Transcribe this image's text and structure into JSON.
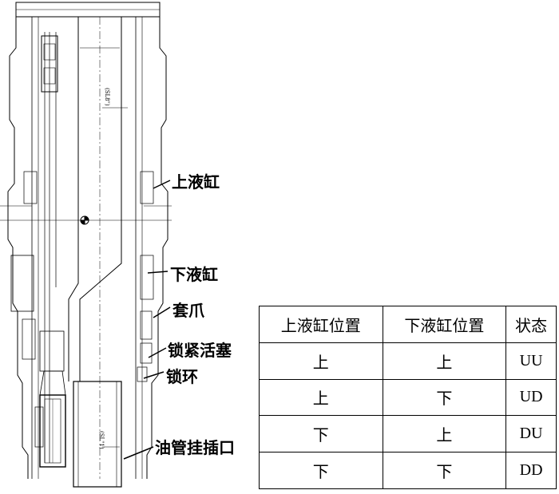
{
  "callouts": {
    "upper_cylinder": "上液缸",
    "lower_cylinder": "下液缸",
    "collet": "套爪",
    "locking_piston": "锁紧活塞",
    "lock_ring": "锁环",
    "tubing_hanger_socket": "油管挂插口"
  },
  "dimension_labels": {
    "upper": "(SL8\")",
    "lower": "(SL\"1)"
  },
  "state_table": {
    "headers": [
      "上液缸位置",
      "下液缸位置",
      "状态"
    ],
    "rows": [
      [
        "上",
        "上",
        "UU"
      ],
      [
        "上",
        "下",
        "UD"
      ],
      [
        "下",
        "上",
        "DU"
      ],
      [
        "下",
        "下",
        "DD"
      ]
    ]
  }
}
